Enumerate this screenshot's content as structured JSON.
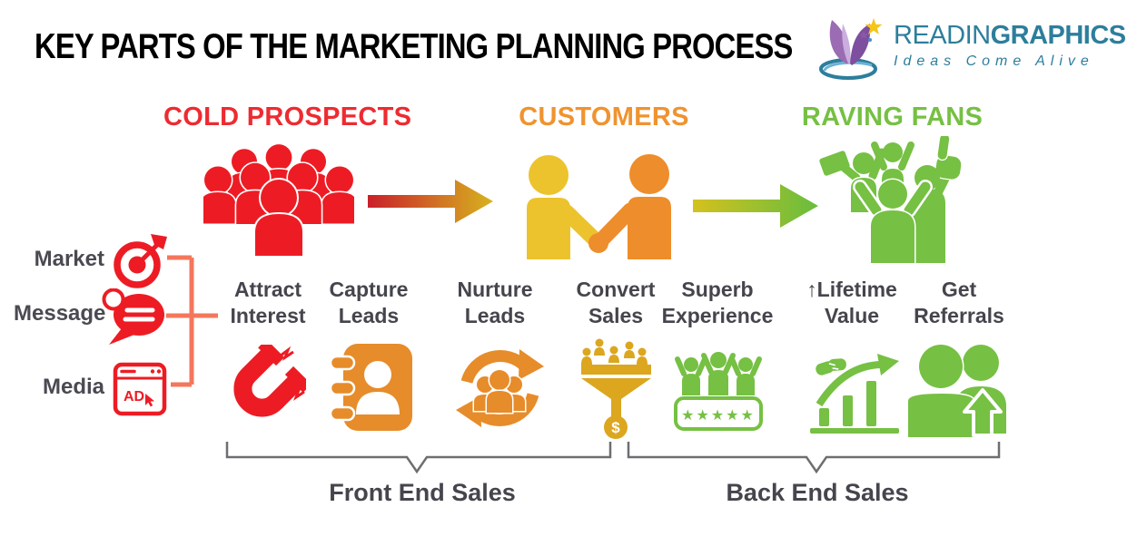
{
  "page": {
    "title": "KEY PARTS OF THE MARKETING PLANNING PROCESS"
  },
  "logo": {
    "brand_light": "READIN",
    "brand_bold": "GRAPHICS",
    "tagline": "Ideas Come Alive"
  },
  "funnel_stages": [
    {
      "label": "COLD PROSPECTS",
      "color": "#ed2b31",
      "icon": "crowd-icon"
    },
    {
      "label": "CUSTOMERS",
      "color": "#f0932f",
      "icon": "handshake-people-icon"
    },
    {
      "label": "RAVING FANS",
      "color": "#76c044",
      "icon": "cheering-fans-icon"
    }
  ],
  "inputs": {
    "items": [
      {
        "label": "Market",
        "icon": "target-dart-icon"
      },
      {
        "label": "Message",
        "icon": "speech-bubble-icon"
      },
      {
        "label": "Media",
        "icon": "ad-browser-icon"
      }
    ],
    "ad_text": "AD"
  },
  "steps": [
    {
      "line1": "Attract",
      "line2": "Interest",
      "icon": "magnet-icon"
    },
    {
      "line1": "Capture",
      "line2": "Leads",
      "icon": "address-book-icon"
    },
    {
      "line1": "Nurture",
      "line2": "Leads",
      "icon": "people-cycle-icon"
    },
    {
      "line1": "Convert",
      "line2": "Sales",
      "icon": "sales-funnel-icon"
    },
    {
      "line1": "Superb",
      "line2": "Experience",
      "icon": "five-star-rating-icon"
    },
    {
      "line1": "↑Lifetime",
      "line2": "Value",
      "icon": "growth-handshake-icon"
    },
    {
      "line1": "Get",
      "line2": "Referrals",
      "icon": "referral-people-icon"
    }
  ],
  "decorations": {
    "stars": "★★★★★",
    "dollar": "$"
  },
  "phases": [
    {
      "label": "Front End Sales"
    },
    {
      "label": "Back End Sales"
    }
  ],
  "colors": {
    "red": "#ed1c24",
    "salmon": "#f3775c",
    "orange": "#e78c2a",
    "yellow": "#ecc32d",
    "gold": "#dca61f",
    "green": "#76c044",
    "teal": "#2d7e9c",
    "text_dark": "#45454d",
    "brace_gray": "#6d6e71"
  }
}
